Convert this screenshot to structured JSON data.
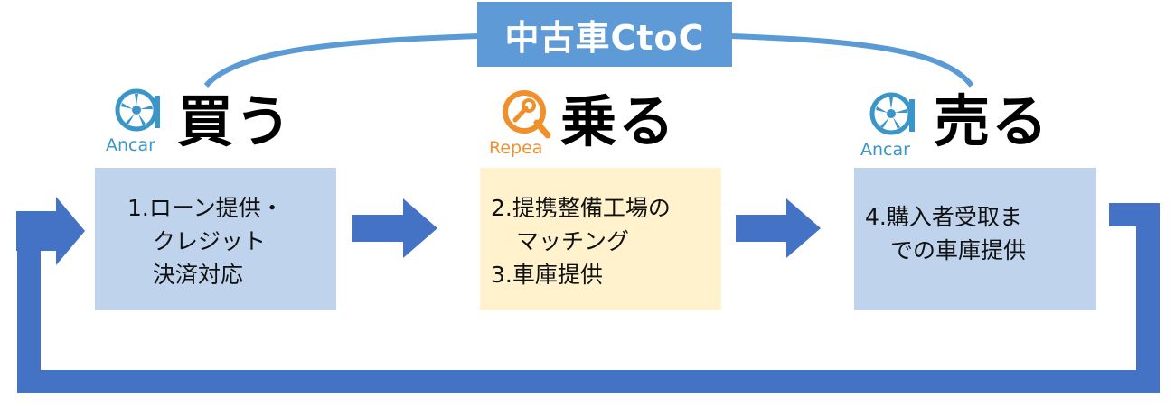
{
  "top_label": "中古車CtoC",
  "stages": [
    {
      "logo_text": "Ancar",
      "label": "買う",
      "lines": [
        "1.ローン提供・",
        "クレジット",
        "決済対応"
      ]
    },
    {
      "logo_text": "Repea",
      "label": "乗る",
      "lines": [
        "2.提携整備工場の",
        "マッチング",
        "3.車庫提供"
      ]
    },
    {
      "logo_text": "Ancar",
      "label": "売る",
      "lines": [
        "4.購入者受取ま",
        "での車庫提供"
      ]
    }
  ],
  "colors": {
    "arrow": "#4472c4",
    "arc": "#5b9bd5",
    "label_bg": "#5e9bd6",
    "box_blue": "#bfd4ec",
    "box_yellow": "#fff2cc",
    "ancar_logo": "#3a96c9",
    "repea_logo": "#f0902a"
  },
  "icons": [
    "ancar-wheel-icon",
    "repea-wrench-icon",
    "ancar-wheel-icon",
    "right-arrow-icon",
    "loop-arrow-icon"
  ]
}
